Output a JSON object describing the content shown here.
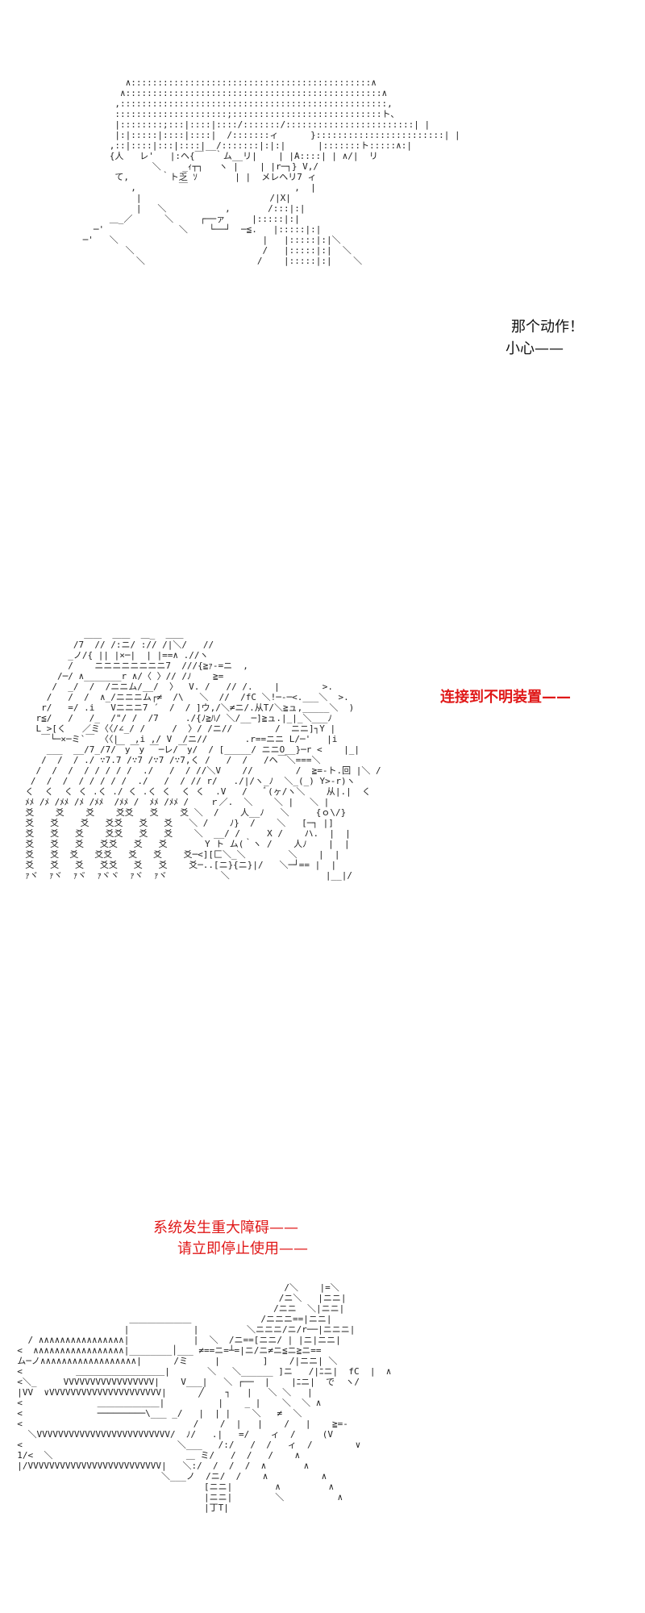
{
  "panels": [
    {
      "caption_lines": [
        "那个动作！",
        "小心——"
      ],
      "caption_color": "#111111"
    },
    {
      "caption_lines": [
        "连接到不明装置——"
      ],
      "caption_color": "#e01818"
    },
    {
      "caption_lines": [
        "系统发生重大障碍——",
        "请立即停止使用——"
      ],
      "caption_color": "#e01818"
    }
  ],
  "art": {
    "face": "         ∧:::::::::::::::::::::::::::::::::::::::::::::∧\n        ∧::::::::::::::::::::::::::::::::::::::::::::::::∧\n       ,::::::::::::::::::::::::::::::::::::::::::::::::::,\n       :::::::::::::::::::::;::::::::::::::::::::::::::::ト、\n       |::::::::;:::|::::|::::/:::::::/::::::::::::::::::::::::| |\n       |:|:::::|::::|::::|  /:::::::ィ      }::::::::::::::::::::::::| |\n      ,::|::::|:::|::::|__/:::::::|:|:|      |:::::::ト:::::∧:|\n      {人   レ'   |:ヘ{￣  ｀ム__リ|    | |A::::| | ∧/|  リ\n              ＼    _ｨ┬┐   ヽ |    | |r─┐} V,/\n       て,      ｀ト乏 ｿ       | |  メレヘリ7 ィ\n          ,        ￣                    ,  |\n           |                        /|X|\n           |   ＼           ,       /:::|:|\n      ＿_／      ＼     ┌──ァ     |:::::|:|\n   ─'              ＼    └──┘  ─≦.   |:::::|:|\n ─'   ＼                           |   |:::::|:|＼\n         ＼                        /   |:::::|:|  ＼\n           ＼                     /    |:::::|:|    ＼",
    "laser": "             ＿＿  ＿＿  ＿_  ＿＿\n           /7  // /:ニ/ :// /|＼/   //\n          _ノ/{ || |×─|  | |==∧ .//ヽ\n          /    ニニニニニニニニ7  ///{≧ｧ-=ニ  ,\n        /─/ ∧_______r ∧/〈 〉// /ﾉ    ≧=\n       /  _/  /  /ニニム/__/  〉  V. /   // /.    |        >.\n      /   /  /  ∧_/ニニニム┌≠  /\\   ＼  //  /fC ＼!─‐─<.___＼  >.\n     r/   =/ .i   Vニニニ7 ´  /  / ]ウ,/＼≠ニ/.从T/＼≧ュ,_____＼  )\n    r≦/   /   /_  /\"/ /  /7     ./{ﾉ≧ﾊ/ ＼/__─]≧ュ.|_|_＼___ﾉ \n    L >[く   ／ミ〈〈/∠_/ /     /  〉/ /ニ//        /  ニニ]┐Y |\n     ￣└─×─ミ`￣ 〈〈|   ,i ,/ V  /ニ//       .r==ニニ L/─'   |i\n      ___  __/7_/7/￣y￣y ￣─レ/￣y/  / [_____/ ニニO__}─r <    |_|\n     /  /  / ./ ∵7.7 /∵7 /∵7 /∵7,く /   /  /   /ヘ￣＼===＼\n    /  /  /  / / / / /  ./   /  / //＼V    //        /  ≧=-ト.回 |＼ /\n   /  /  /  / / / / /  ./   /  / // r/   ./|/ヽ_ﾉ  ＼_(_) Y>-r)ヽ\n  く  く  く く .く ./ く .く く  く く  .V   /   ﾞ(ヶ/ヽ＼    从|.|  く \n  ﾒﾒ /ﾒ /ﾒﾒ /ﾒ /ﾒﾒ  /ﾒﾒ /  ﾒﾒ /ﾒﾒ /    ｒ／.  ＼    ＼ |   ＼ |\n  爻    爻    爻    爻爻   爻    爻 ＼  /    人__ﾉ   ＼     {ｏ\\/}\n  爻   爻    爻   爻爻   爻   爻   ＼ /    ﾉ}  /    ＼   [─┐ |]\n  爻   爻   爻    爻爻   爻   爻    ＼  __/ /     X /    ハ.  |  |\n  爻   爻   爻   爻爻   爻   爻       Y ト ム(｀ヽ /    人ﾉ    |  |\n  爻   爻  爻   爻爻   爻   爻    爻─<][匚＼_＼        ＼    |  |\n  爻   爻   爻   爻爻   爻   爻    爻─..[ニ}{ニ}|/   ＼─┘== |  |\n  ｧヾ  ｧヾ  ｧヾ  ｧヾヾ  ｧヾ  ｧヾ          ＼                  |__|/",
    "gun": "                                                    /＼    |=＼\n                                                   /ニ＼   |ニニ|\n                                                  /ニニ  ＼|ニニ|\n                       ＿＿＿＿＿＿＿             /ニニニ==|ニニ|\n                      |            |         ＼ニニニ/ニ/r──|ニニニ|\n    / ∧∧∧∧∧∧∧∧∧∧∧∧∧∧∧∧|            |  ＼  /ニ==[ニニ/ | |ニ|ニニ|\n  <  ∧∧∧∧∧∧∧∧∧∧∧∧∧∧∧∧∧|________│___ ≠==ニ=┴=|ニ/ニ≠ニ≦ニ≧ニ==\n  ム─ノ∧∧∧∧∧∧∧∧∧∧∧∧∧∧∧∧∧∧|      /ミ     |        ]    /|ニニ| ＼  \n  <          ＿＿＿＿＿＿＿＿＿＿|       ＼   ＼______ ]ニ   /|ﾆニ|  fC  |  ∧\n  <＼_     VVVVVVVVVVVVVVVVV|    V___|   ＼ ┌──  |    |ﾆニ|  で  ヽ/\n  |VV  ∨VVVVVVVVVVVVVVVVVVVVV|      ╱    ┐   |   ＼ ＼   |\n  <              ＿＿＿＿＿＿＿|          |    _ |    ＼  ＼ ∧ \n  <              ─────────\\___ _/   |  | |    ＼   ≠  ＼\n  <                                /    /  |   |    /   |    ≧=-\n    ＼VVVVVVVVVVVVVVVVVVVVVVVVV/  ﾉ/   .|   =/    ィ  /     (V\n  <                             ＼___   /:/   /  /   ィ  /        ∨\n  1/<  ＼                         ＿ ミ/   /  /   /    ∧            \n  |/VVVVVVVVVVVVVVVVVVVVVVVVV|   ＼:/  /  /  /  ∧       ∧\n                             ＼___ノ  /ニ/  /    ∧          ∧\n                                     [ニニ|        ∧         ∧\n                                     |ニニ|        ＼          ∧\n                                     |丁T|"
  }
}
